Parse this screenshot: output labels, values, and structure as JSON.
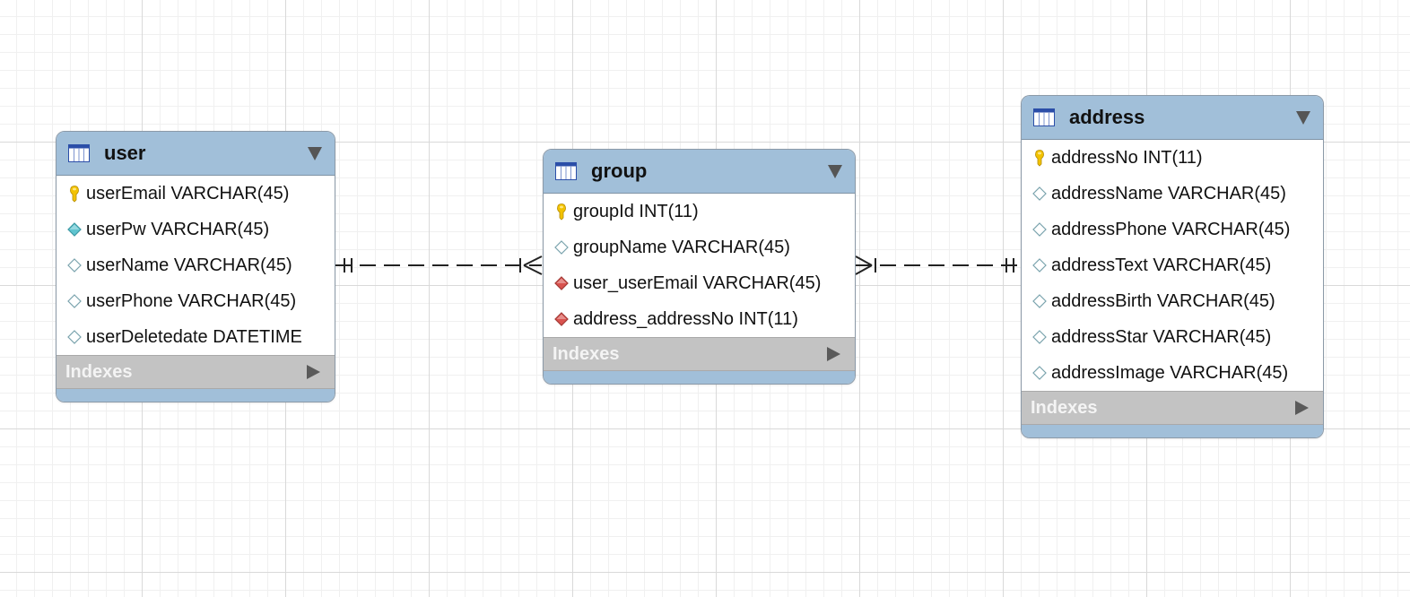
{
  "tables": {
    "user": {
      "name": "user",
      "indexes_label": "Indexes",
      "columns": [
        {
          "label": "userEmail VARCHAR(45)",
          "icon": "primary-key-icon"
        },
        {
          "label": "userPw VARCHAR(45)",
          "icon": "not-null-column-icon"
        },
        {
          "label": "userName VARCHAR(45)",
          "icon": "nullable-column-icon"
        },
        {
          "label": "userPhone VARCHAR(45)",
          "icon": "nullable-column-icon"
        },
        {
          "label": "userDeletedate DATETIME",
          "icon": "nullable-column-icon"
        }
      ]
    },
    "group": {
      "name": "group",
      "indexes_label": "Indexes",
      "columns": [
        {
          "label": "groupId INT(11)",
          "icon": "primary-key-icon"
        },
        {
          "label": "groupName VARCHAR(45)",
          "icon": "nullable-column-icon"
        },
        {
          "label": "user_userEmail VARCHAR(45)",
          "icon": "foreign-key-icon"
        },
        {
          "label": "address_addressNo INT(11)",
          "icon": "foreign-key-icon"
        }
      ]
    },
    "address": {
      "name": "address",
      "indexes_label": "Indexes",
      "columns": [
        {
          "label": "addressNo INT(11)",
          "icon": "primary-key-icon"
        },
        {
          "label": "addressName VARCHAR(45)",
          "icon": "nullable-column-icon"
        },
        {
          "label": "addressPhone VARCHAR(45)",
          "icon": "nullable-column-icon"
        },
        {
          "label": "addressText VARCHAR(45)",
          "icon": "nullable-column-icon"
        },
        {
          "label": "addressBirth VARCHAR(45)",
          "icon": "nullable-column-icon"
        },
        {
          "label": "addressStar VARCHAR(45)",
          "icon": "nullable-column-icon"
        },
        {
          "label": "addressImage VARCHAR(45)",
          "icon": "nullable-column-icon"
        }
      ]
    }
  },
  "relationships": [
    {
      "from": "user",
      "to": "group",
      "from_cardinality": "one-and-only-one",
      "to_cardinality": "one-or-many",
      "style": "dashed"
    },
    {
      "from": "address",
      "to": "group",
      "from_cardinality": "one-and-only-one",
      "to_cardinality": "one-or-many",
      "style": "dashed"
    }
  ],
  "colors": {
    "header": "#a1bfd9",
    "indexes_bar": "#c3c3c3",
    "primary_key": "#f2c200",
    "not_null": "#5fc4cf",
    "foreign_key": "#d9534f",
    "relationship_line": "#222222"
  }
}
